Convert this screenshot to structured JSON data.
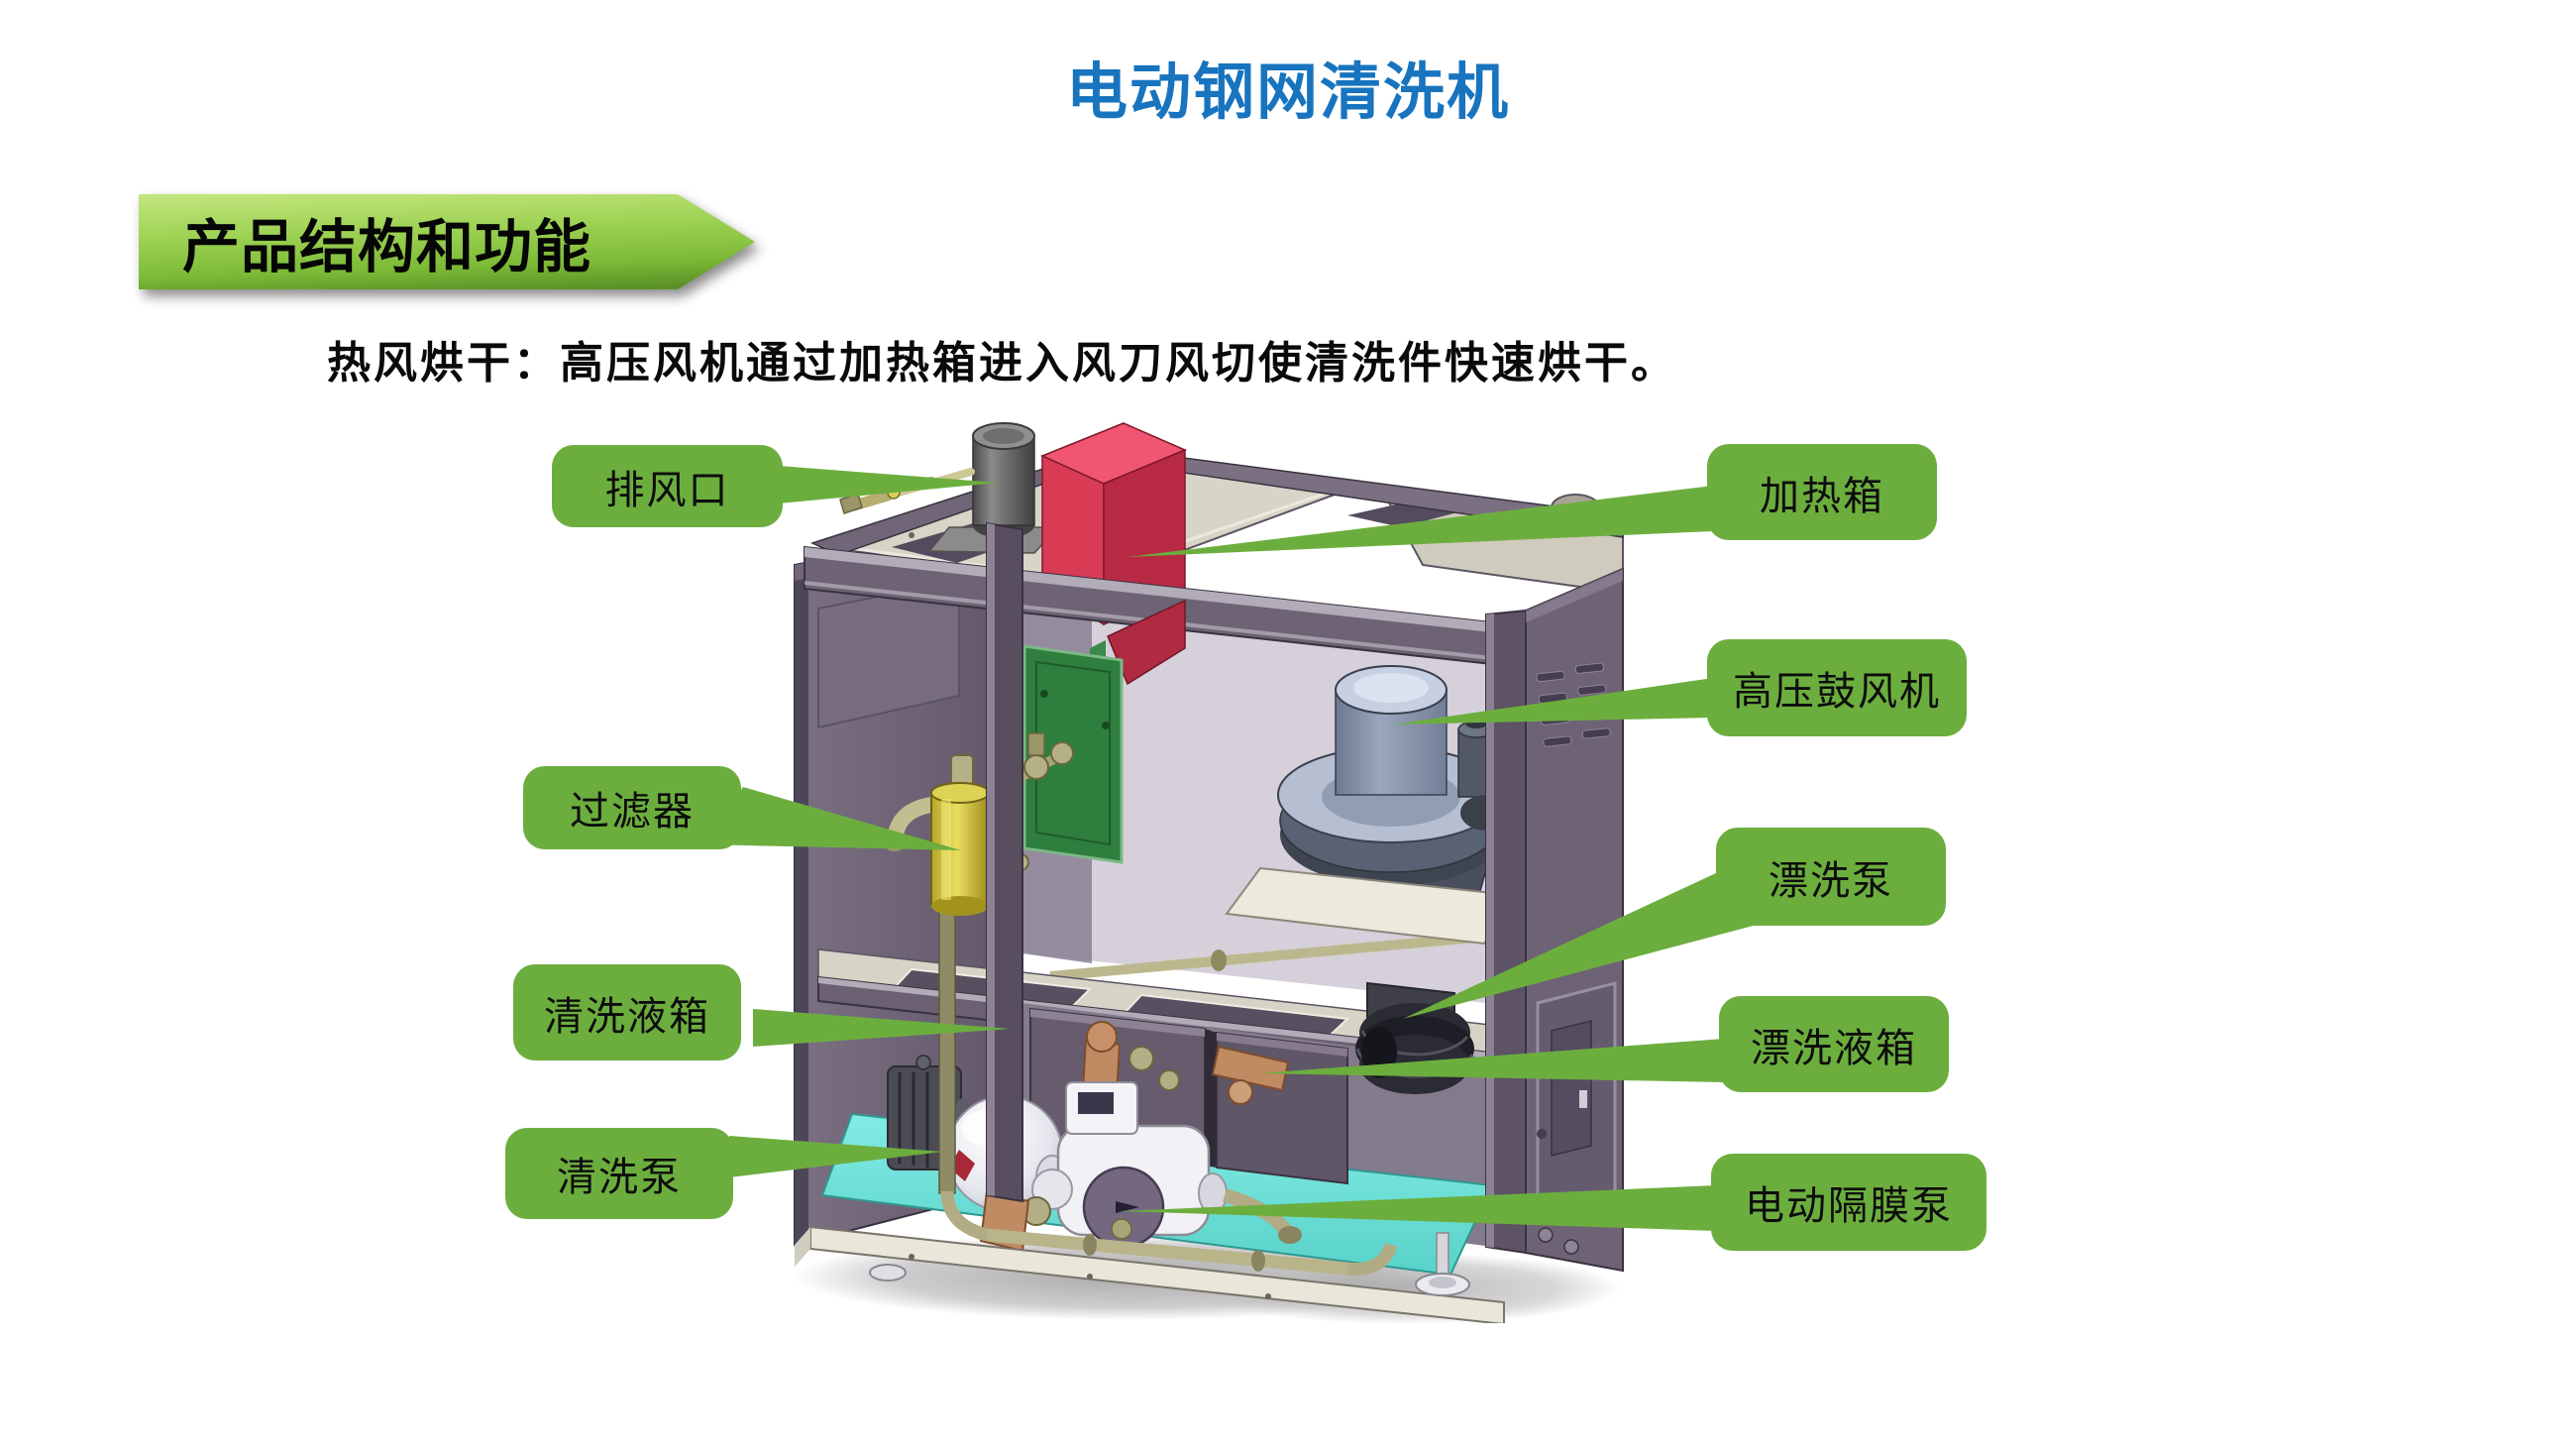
{
  "header": {
    "title": "电动钢网清洗机"
  },
  "banner": {
    "label": "产品结构和功能"
  },
  "description": {
    "text": "热风烘干：高压风机通过加热箱进入风刀风切使清洗件快速烘干。"
  },
  "callouts": [
    {
      "id": "exhaust-outlet",
      "label": "排风口",
      "side": "left"
    },
    {
      "id": "filter",
      "label": "过滤器",
      "side": "left"
    },
    {
      "id": "cleaning-liquid-tank",
      "label": "清洗液箱",
      "side": "left"
    },
    {
      "id": "cleaning-pump",
      "label": "清洗泵",
      "side": "left"
    },
    {
      "id": "heating-box",
      "label": "加热箱",
      "side": "right"
    },
    {
      "id": "high-pressure-blower",
      "label": "高压鼓风机",
      "side": "right"
    },
    {
      "id": "rinse-pump",
      "label": "漂洗泵",
      "side": "right"
    },
    {
      "id": "rinse-liquid-tank",
      "label": "漂洗液箱",
      "side": "right"
    },
    {
      "id": "electric-diaphragm-pump",
      "label": "电动隔膜泵",
      "side": "right"
    }
  ],
  "colors": {
    "title_blue": "#1874BE",
    "callout_green": "#6CAE3E",
    "banner_green_light": "#C3E67E",
    "banner_green_dark": "#598F26",
    "machine_red_box": "#D93A54",
    "machine_frame_purple": "#6E6375",
    "machine_floor_teal": "#5FD8D0",
    "machine_filter_yellow": "#C9BC3A",
    "machine_blower_gray": "#9AA6BC",
    "text_black": "#111111"
  }
}
